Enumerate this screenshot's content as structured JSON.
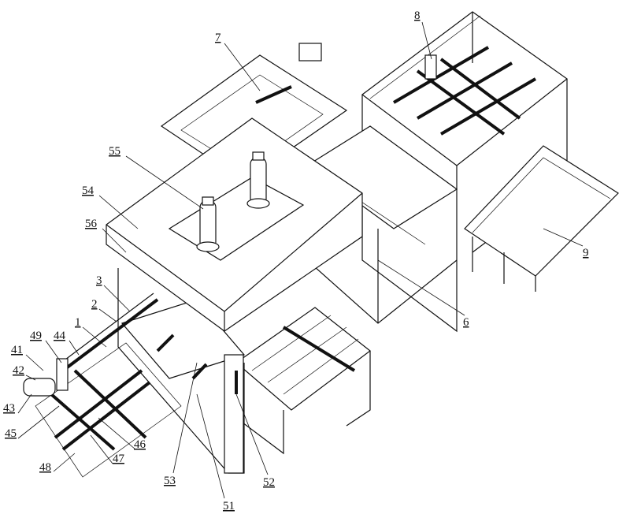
{
  "figure": {
    "labels": {
      "l1": "1",
      "l2": "2",
      "l3": "3",
      "l6": "6",
      "l7": "7",
      "l8": "8",
      "l9": "9",
      "l41": "41",
      "l42": "42",
      "l43": "43",
      "l44": "44",
      "l45": "45",
      "l46": "46",
      "l47": "47",
      "l48": "48",
      "l49": "49",
      "l51": "51",
      "l52": "52",
      "l53": "53",
      "l54": "54",
      "l55": "55",
      "l56": "56"
    }
  }
}
